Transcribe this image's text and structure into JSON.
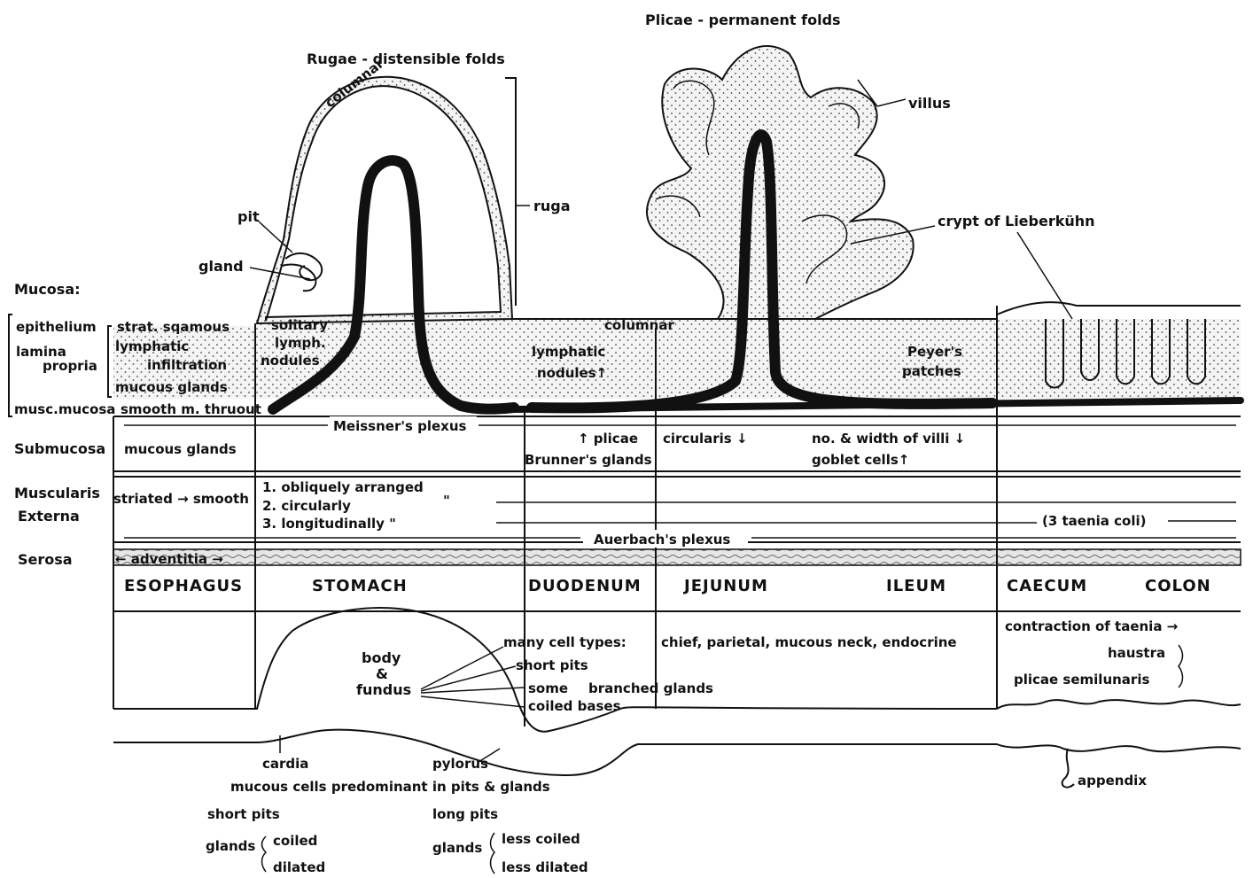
{
  "top_labels": {
    "rugae": "Rugae - distensible folds",
    "plicae": "Plicae - permanent folds",
    "columnar_top": "columnar",
    "columnar_mid": "columnar",
    "ruga": "ruga",
    "villus": "villus",
    "crypt": "crypt of Lieberkühn",
    "pit": "pit",
    "gland": "gland"
  },
  "layer_labels": {
    "mucosa": "Mucosa:",
    "epithelium": "epithelium",
    "lamina": "lamina",
    "propria": "propria",
    "musc_mucosa": "musc.mucosa",
    "submucosa": "Submucosa",
    "muscularis": "Muscularis",
    "externa": "Externa",
    "serosa": "Serosa"
  },
  "esophagus_notes": {
    "strat": "strat. sqamous",
    "lymphatic": "lymphatic",
    "infiltration": "infiltration",
    "mucous_glands": "mucous glands",
    "smooth": "smooth m. thruout",
    "sub_glands": "mucous glands",
    "striated": "striated → smooth",
    "adventitia": "← adventitia →"
  },
  "stomach_notes": {
    "solitary": "solitary",
    "lymph": "lymph.",
    "nodules": "nodules"
  },
  "duodenum_notes": {
    "lymphatic": "lymphatic",
    "nodules": "nodules↑",
    "plicae": "↑ plicae",
    "brunner": "Brunner's glands"
  },
  "ileum_notes": {
    "peyers": "Peyer's",
    "patches": "patches"
  },
  "plexus": {
    "meissner": "Meissner's plexus",
    "auerbach": "Auerbach's plexus",
    "circularis": "circularis ↓",
    "villi": "no. & width of villi ↓",
    "goblet": "goblet cells↑"
  },
  "muscle_layers": {
    "obliquely": "1. obliquely arranged",
    "circularly": "2. circularly",
    "ditto1": "\"",
    "longitudinally": "3. longitudinally \"",
    "taenia": "(3 taenia coli)"
  },
  "regions": [
    "ESOPHAGUS",
    "STOMACH",
    "DUODENUM",
    "JEJUNUM",
    "ILEUM",
    "CAECUM",
    "COLON"
  ],
  "bottom_labels": {
    "body": "body",
    "amp": "&",
    "fundus": "fundus",
    "many_cell": "many cell types:",
    "cell_list": "chief, parietal, mucous neck, endocrine",
    "short_pits": "short pits",
    "some": "some",
    "branched": "branched glands",
    "coiled": "coiled bases",
    "contraction": "contraction of taenia →",
    "haustra": "haustra",
    "semilunaris": "plicae semilunaris",
    "cardia": "cardia",
    "pylorus": "pylorus",
    "mucous_cells": "mucous cells predominant in pits & glands",
    "appendix": "appendix",
    "cardia_pits": "short pits",
    "cardia_glands": "glands",
    "cardia_coiled": "coiled",
    "cardia_dilated": "dilated",
    "pylorus_pits": "long pits",
    "pylorus_glands": "glands",
    "pylorus_less_coiled": "less coiled",
    "pylorus_less_dilated": "less dilated"
  }
}
